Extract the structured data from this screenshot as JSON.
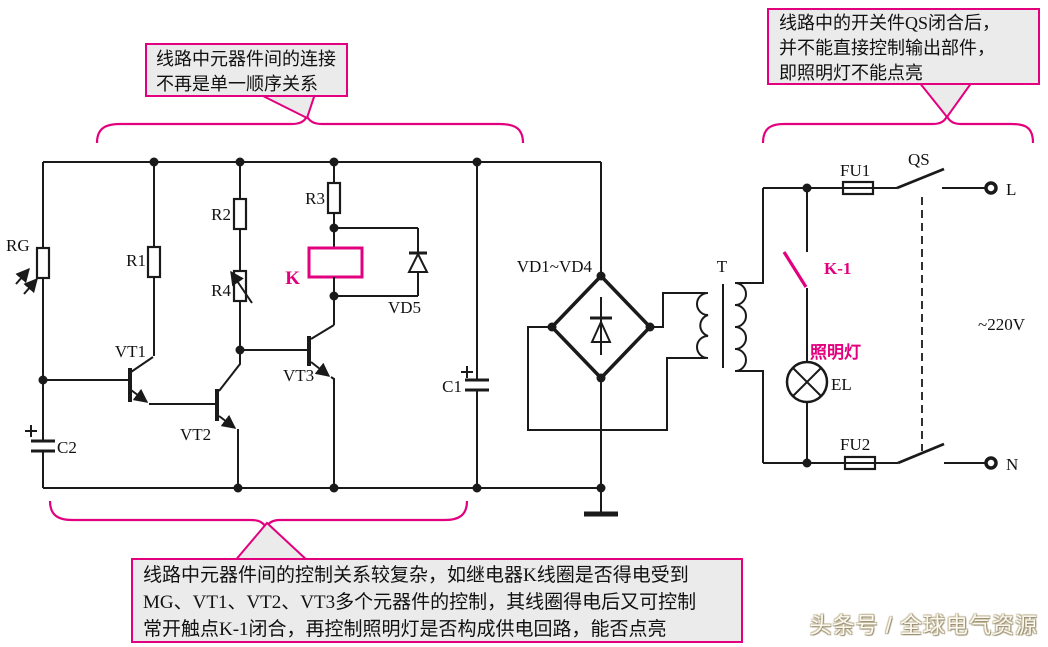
{
  "colors": {
    "accent": "#e2007e",
    "line": "#1a1a1a",
    "callout_fill": "#ebebeb"
  },
  "callouts": {
    "top_left": {
      "lines": [
        "线路中元器件间的连接",
        "不再是单一顺序关系"
      ]
    },
    "top_right": {
      "lines": [
        "线路中的开关件QS闭合后，",
        "并不能直接控制输出部件，",
        "即照明灯不能点亮"
      ]
    },
    "bottom": {
      "lines": [
        "线路中元器件间的控制关系较复杂，如继电器K线圈是否得电受到",
        "MG、VT1、VT2、VT3多个元器件的控制，其线圈得电后又可控制",
        "常开触点K-1闭合，再控制照明灯是否构成供电回路，能否点亮"
      ]
    }
  },
  "labels": {
    "rg": "RG",
    "r1": "R1",
    "r2": "R2",
    "r3": "R3",
    "r4": "R4",
    "relay_coil": "K",
    "vd5": "VD5",
    "vt1": "VT1",
    "vt2": "VT2",
    "vt3": "VT3",
    "c1": "C1",
    "c2": "C2",
    "bridge": "VD1~VD4",
    "transformer": "T",
    "fu1": "FU1",
    "qs": "QS",
    "line_terminal": "L",
    "k1_contact": "K-1",
    "lamp_name": "照明灯",
    "lamp_el": "EL",
    "voltage": "~220V",
    "fu2": "FU2",
    "neutral_terminal": "N"
  },
  "watermark": "头条号 / 全球电气资源"
}
